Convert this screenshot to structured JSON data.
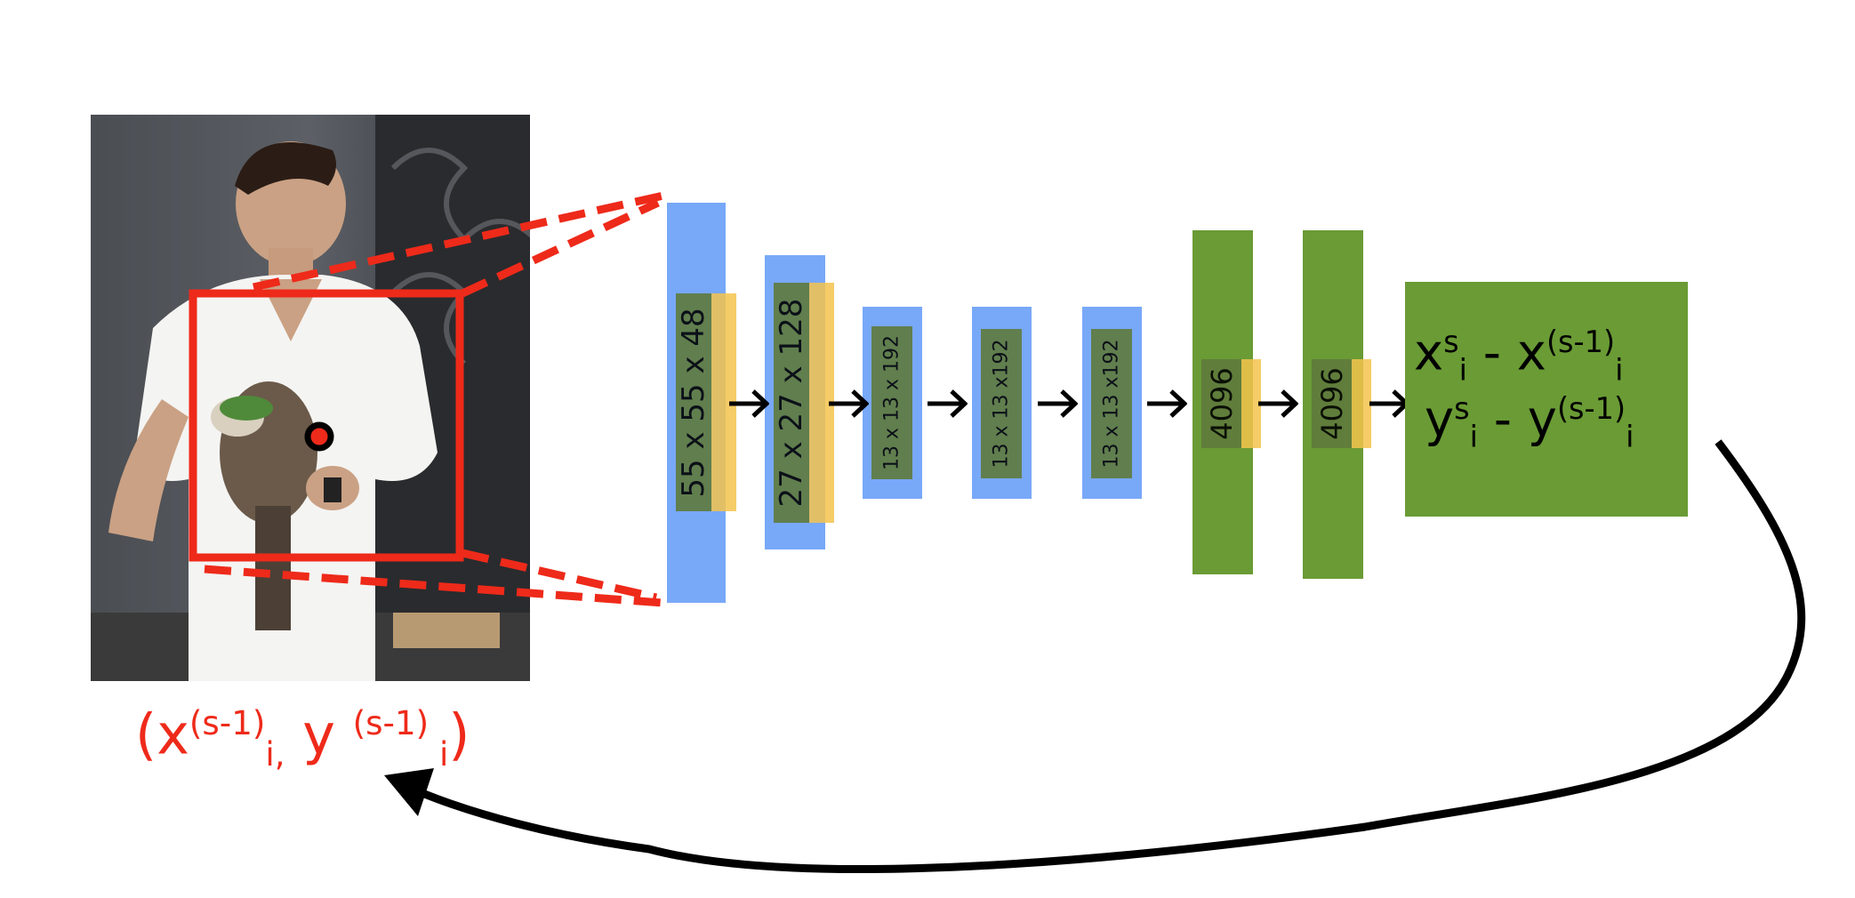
{
  "figure": {
    "layers": [
      {
        "kind": "conv",
        "label": "55 x 55 x 48"
      },
      {
        "kind": "conv",
        "label": "27 x 27 x 128"
      },
      {
        "kind": "conv",
        "label": "13 x 13 x 192"
      },
      {
        "kind": "conv",
        "label": "13 x 13 x192"
      },
      {
        "kind": "conv",
        "label": "13 x 13 x192"
      },
      {
        "kind": "fc",
        "label": "4096"
      },
      {
        "kind": "fc",
        "label": "4096"
      }
    ],
    "output": {
      "line1": {
        "x": "x",
        "x_sup": "s",
        "x_sub": "i",
        "minus": " - x",
        "sup2": "(s-1)",
        "sub2": "i"
      },
      "line2": {
        "y": "y",
        "y_sup": "s",
        "y_sub": "i",
        "minus": " - y",
        "sup2": "(s-1)",
        "sub2": "i"
      }
    },
    "input_coordinate": {
      "open": "(x",
      "x_sup": "(s-1)",
      "x_sub": "i,",
      "mid": " y ",
      "y_sup": "(s-1)",
      "y_sub": " i",
      "close": ")"
    },
    "colors": {
      "conv_layer": "#78a8f8",
      "fc_layer": "#6a9b35",
      "inner_box": "#5f7a3c",
      "kernel_highlight": "#f3c34c",
      "crop_box": "#ee2a1a",
      "coordinate_text": "#ee2a1a"
    }
  }
}
